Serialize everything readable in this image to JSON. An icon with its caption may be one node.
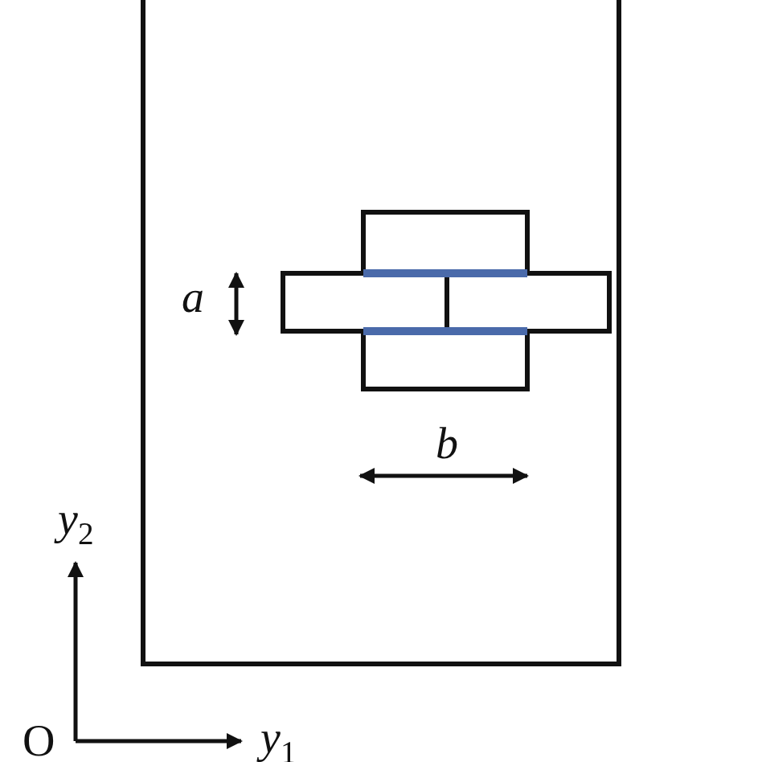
{
  "diagram": {
    "labels": [
      "a",
      "b",
      "*y*$_{2}$",
      "*y*$_{1}$",
      "O"
    ]
  }
}
